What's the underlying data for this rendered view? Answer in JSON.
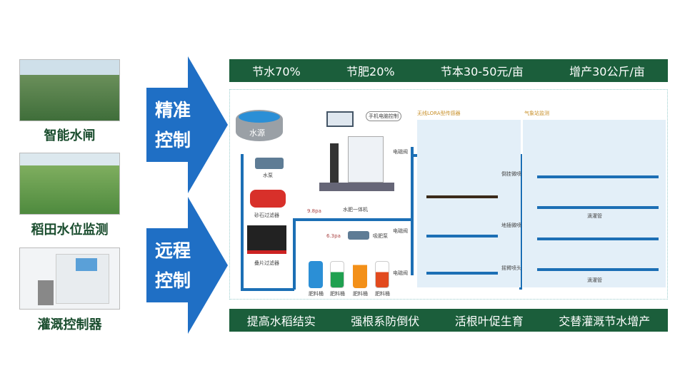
{
  "left": {
    "items": [
      {
        "label": "智能水闸"
      },
      {
        "label": "稻田水位监测"
      },
      {
        "label": "灌溉控制器"
      }
    ]
  },
  "arrows": [
    {
      "line1": "精准",
      "line2": "控制"
    },
    {
      "line1": "远程",
      "line2": "控制"
    }
  ],
  "top_bar": [
    "节水70%",
    "节肥20%",
    "节本30-50元/亩",
    "增产30公斤/亩"
  ],
  "bottom_bar": [
    "提高水稻结实",
    "强根系防倒伏",
    "活根叶促生育",
    "交替灌溉节水增产"
  ],
  "diagram": {
    "water_source": "水源",
    "pump": "水泵",
    "sand_filter": "砂石过滤器",
    "disc_filter": "叠片过滤器",
    "machine": "水肥一体机",
    "remote": "手机电脑控制",
    "pressure1": "9.8pa",
    "pressure2": "6.3pa",
    "suction_pump": "吸肥泵",
    "tanks": [
      "肥料桶",
      "肥料桶",
      "肥料桶",
      "肥料桶"
    ],
    "valve": "电磁阀",
    "lora": "无线LORA型传感器",
    "weather": "气象站监测",
    "hanging": "倒挂微喷",
    "ground": "地插微喷",
    "rocker": "摇臂喷头",
    "drip": "滴灌管",
    "colors": {
      "green": "#1b5e3b",
      "blue": "#1f6fc5"
    }
  }
}
